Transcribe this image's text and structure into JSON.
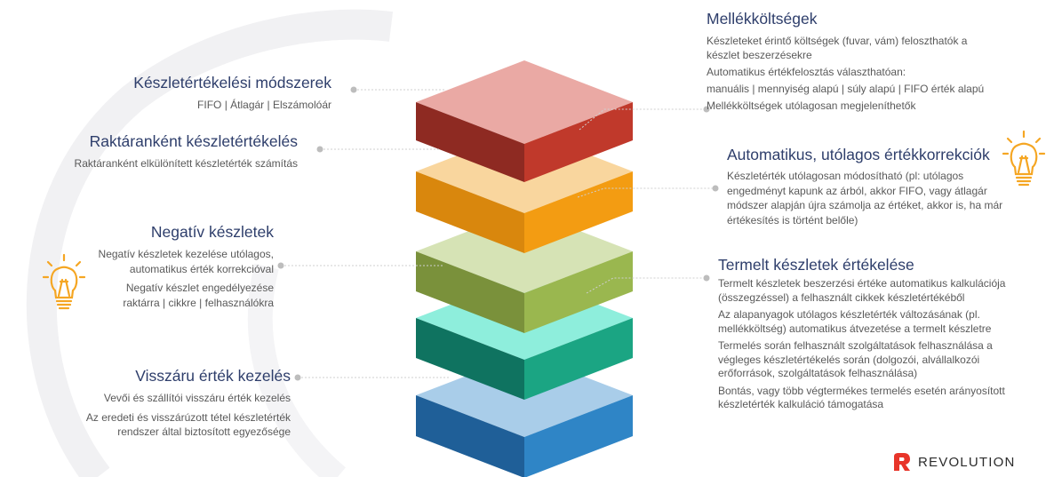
{
  "colors": {
    "heading": "#2e3e6b",
    "body_text": "#595959",
    "layer_red": "#c0392b",
    "layer_orange": "#f39c12",
    "layer_green": "#96b24a",
    "layer_teal": "#17a37f",
    "layer_blue": "#2e7fbf",
    "bulb": "#f5a623",
    "logo": "#e8352a"
  },
  "left": {
    "methods": {
      "title": "Készletértékelési módszerek",
      "lines": [
        "FIFO | Átlagár | Elszámolóár"
      ]
    },
    "warehouse": {
      "title": "Raktáranként készletértékelés",
      "lines": [
        "Raktáranként elkülönített készletérték számítás"
      ]
    },
    "negative": {
      "title": "Negatív készletek",
      "lines": [
        "Negatív készletek kezelése utólagos,",
        "automatikus érték korrekcióval",
        "Negatív készlet engedélyezése",
        "raktárra | cikkre | felhasználókra"
      ]
    },
    "returns": {
      "title": "Visszáru érték kezelés",
      "lines": [
        "Vevői és szállítói visszáru érték kezelés",
        "Az eredeti és visszárúzott tétel készletérték",
        "rendszer által biztosított egyezősége"
      ]
    }
  },
  "right": {
    "costs": {
      "title": "Mellékköltségek",
      "lines": [
        "Készleteket érintő költségek (fuvar, vám) feloszthatók a",
        "készlet beszerzésekre",
        "Automatikus értékfelosztás választhatóan:",
        "manuális | mennyiség alapú | súly alapú | FIFO érték alapú",
        "Mellékköltségek utólagosan megjeleníthetők"
      ]
    },
    "auto": {
      "title": "Automatikus, utólagos értékkorrekciók",
      "lines": [
        "Készletérték utólagosan módosítható (pl: utólagos",
        "engedményt kapunk az árból, akkor FIFO, vagy átlagár",
        "módszer alapján újra számolja az értéket, akkor is, ha már",
        "értékesítés is történt belőle)"
      ]
    },
    "produced": {
      "title": "Termelt készletek értékelése",
      "lines": [
        "Termelt készletek beszerzési értéke automatikus kalkulációja",
        "(összegzéssel) a felhasznált cikkek készletértékéből",
        "Az alapanyagok utólagos készletérték változásának (pl.",
        "mellékköltség) automatikus átvezetése a termelt készletre",
        "Termelés során felhasznált szolgáltatások felhasználása a",
        "végleges készletértékelés során (dolgozói, alvállalkozói",
        "erőforrások, szolgáltatások felhasználása)",
        "Bontás, vagy több végtermékes termelés esetén arányosított",
        "készletérték kalkuláció támogatása"
      ]
    }
  },
  "logo": {
    "text": "REVOLUTION",
    "icon": "revolution-logo-icon"
  },
  "icons": {
    "left_bulb": "lightbulb-icon",
    "right_bulb": "lightbulb-icon"
  }
}
